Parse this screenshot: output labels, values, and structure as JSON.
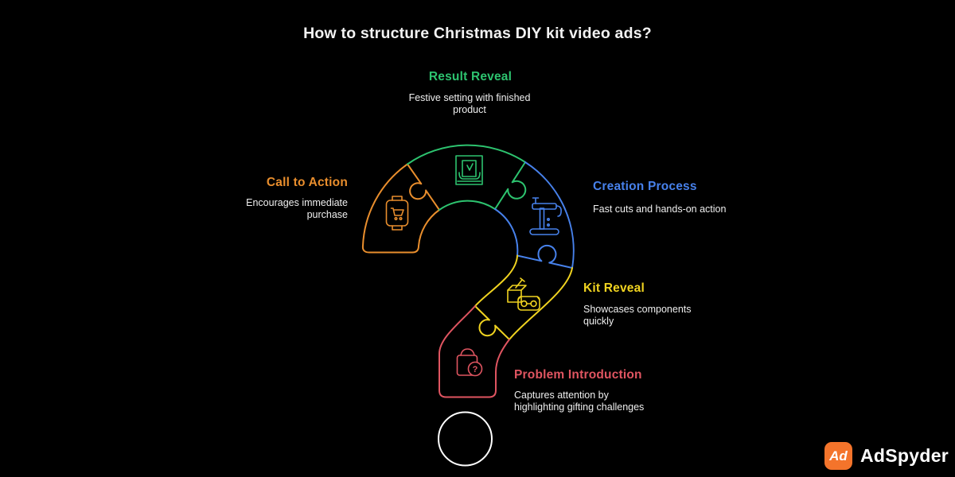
{
  "title": "How to structure Christmas DIY kit video ads?",
  "steps": [
    {
      "id": "result-reveal",
      "label": "Result Reveal",
      "description": "Festive setting with finished\nproduct",
      "color": "#2dc36f",
      "icon": "gift-display-icon"
    },
    {
      "id": "creation-process",
      "label": "Creation Process",
      "description": "Fast cuts and hands-on action",
      "color": "#4781eb",
      "icon": "clamp-tool-icon"
    },
    {
      "id": "kit-reveal",
      "label": "Kit Reveal",
      "description": "Showcases components\nquickly",
      "color": "#f0d320",
      "icon": "kit-box-goggles-icon"
    },
    {
      "id": "problem-introduction",
      "label": "Problem Introduction",
      "description": "Captures attention by\nhighlighting gifting challenges",
      "color": "#e05561",
      "icon": "gift-bag-question-icon"
    },
    {
      "id": "call-to-action",
      "label": "Call to Action",
      "description": "Encourages immediate\npurchase",
      "color": "#e98e2d",
      "icon": "watch-shopping-icon"
    }
  ],
  "figure": {
    "shape": "question-mark-of-puzzle-pieces",
    "dot_color": "#ffffff"
  },
  "brand": {
    "badge": "Ad",
    "name": "AdSpyder",
    "badge_color": "#f4742b"
  }
}
